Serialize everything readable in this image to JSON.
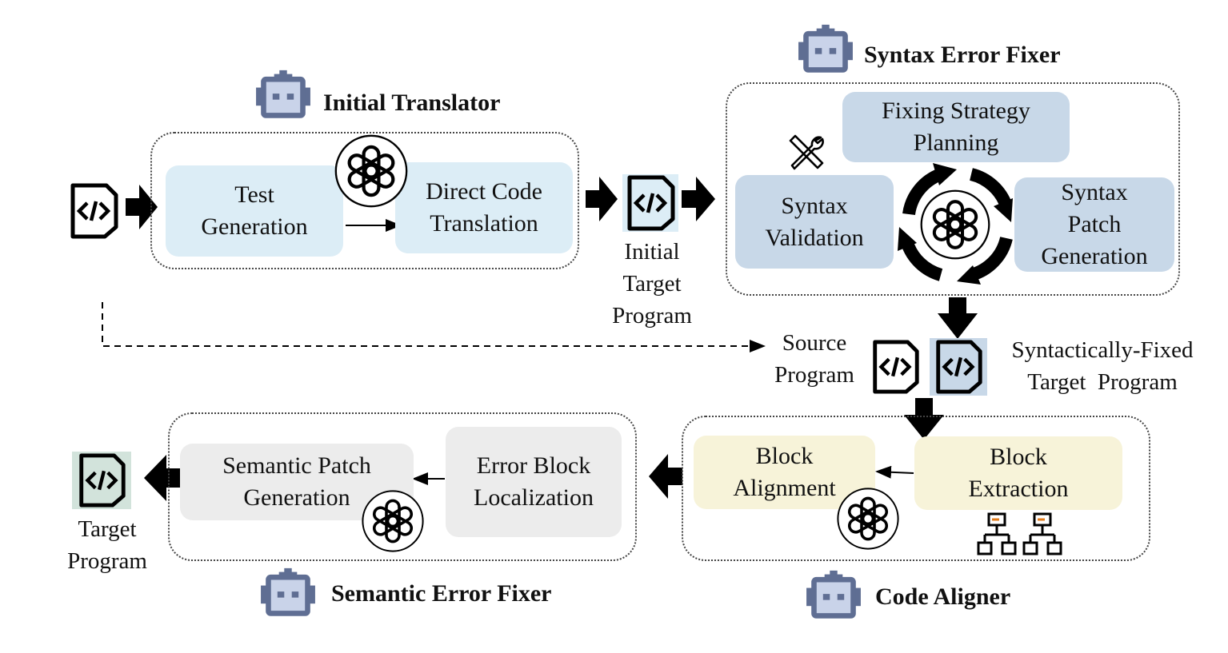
{
  "colors": {
    "light_blue": "#dcedf6",
    "steel_blue": "#c8d8e8",
    "cream": "#f7f3d9",
    "light_gray": "#ececec",
    "icon_blue": "#5f6e93",
    "icon_face": "#c9d3e9",
    "mint": "#d2e3db"
  },
  "modules": {
    "initial_translator": {
      "title": "Initial Translator",
      "test_generation": "Test\nGeneration",
      "direct_code_translation": "Direct Code\nTranslation"
    },
    "syntax_error_fixer": {
      "title": "Syntax Error Fixer",
      "fixing_strategy_planning": "Fixing Strategy\nPlanning",
      "syntax_validation": "Syntax\nValidation",
      "syntax_patch_generation": "Syntax\nPatch\nGeneration"
    },
    "code_aligner": {
      "title": "Code Aligner",
      "block_alignment": "Block\nAlignment",
      "block_extraction": "Block\nExtraction"
    },
    "semantic_error_fixer": {
      "title": "Semantic Error Fixer",
      "semantic_patch_generation": "Semantic Patch\nGeneration",
      "error_block_localization": "Error Block\nLocalization"
    }
  },
  "artifacts": {
    "initial_target_program": "Initial\nTarget\nProgram",
    "source_program": "Source\nProgram",
    "syntactically_fixed_target_program": "Syntactically-Fixed\nTarget  Program",
    "target_program": "Target\nProgram"
  },
  "icons": [
    "code-file-icon",
    "robot-icon",
    "llm-logo-icon",
    "tools-icon",
    "tree-structure-icon"
  ]
}
